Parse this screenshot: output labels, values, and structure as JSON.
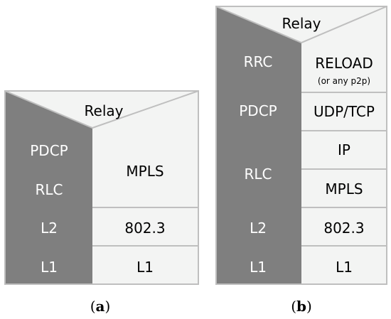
{
  "diagram_a": {
    "caption_letter": "a",
    "relay": "Relay",
    "left_labels": [
      "PDCP",
      "RLC",
      "L2",
      "L1"
    ],
    "right_cells": [
      "MPLS",
      "802.3",
      "L1"
    ]
  },
  "diagram_b": {
    "caption_letter": "b",
    "relay": "Relay",
    "left_labels": [
      "RRC",
      "PDCP",
      "RLC",
      "L2",
      "L1"
    ],
    "right_cells": [
      "RELOAD",
      "(or any p2p)",
      "UDP/TCP",
      "IP",
      "MPLS",
      "802.3",
      "L1"
    ]
  },
  "colors": {
    "dark_gray": "#7f7f7f",
    "light_gray": "#f3f4f3",
    "border": "#bfbfbf"
  }
}
